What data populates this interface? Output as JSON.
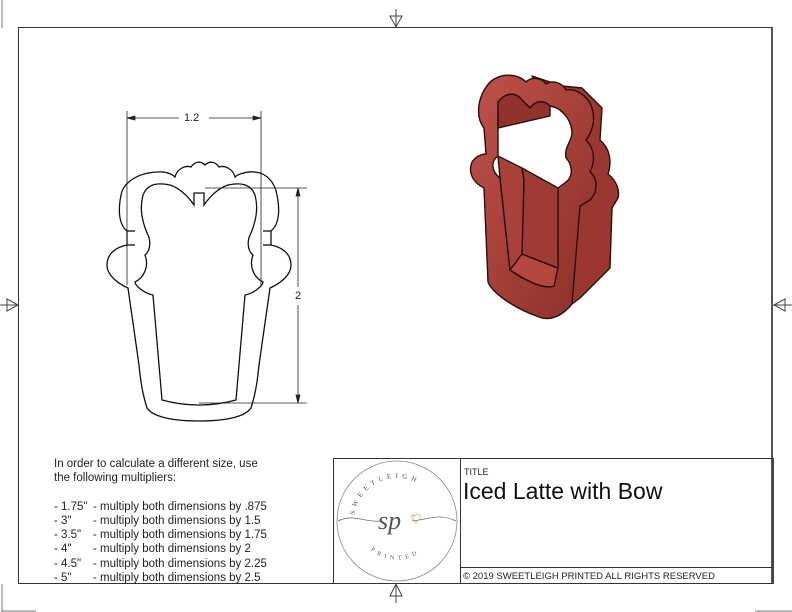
{
  "drawing": {
    "dimensions": {
      "width_label": "1.2",
      "height_label": "2"
    },
    "render_color": "#a8413a"
  },
  "notes": {
    "intro_line1": "In order to calculate a different size, use",
    "intro_line2": "the following multipliers:",
    "multipliers": [
      {
        "size": "- 1.75\"",
        "text": "- multiply both dimensions by .875"
      },
      {
        "size": "- 3\"",
        "text": "- multiply both dimensions by 1.5"
      },
      {
        "size": "- 3.5\"",
        "text": "- multiply both dimensions by 1.75"
      },
      {
        "size": "- 4\"",
        "text": "- multiply both dimensions by 2"
      },
      {
        "size": "- 4.5\"",
        "text": "- multiply both dimensions by 2.25"
      },
      {
        "size": "- 5\"",
        "text": "- multiply both dimensions by 2.5"
      }
    ]
  },
  "title_block": {
    "title_label": "TITLE",
    "title": "Iced Latte with Bow",
    "copyright": "© 2019  SWEETLEIGH PRINTED  ALL RIGHTS RESERVED",
    "logo": {
      "top_text": "SWEETLEIGH",
      "bottom_text": "PRINTED",
      "monogram": "sp",
      "accent_color": "#e8d49a"
    }
  }
}
